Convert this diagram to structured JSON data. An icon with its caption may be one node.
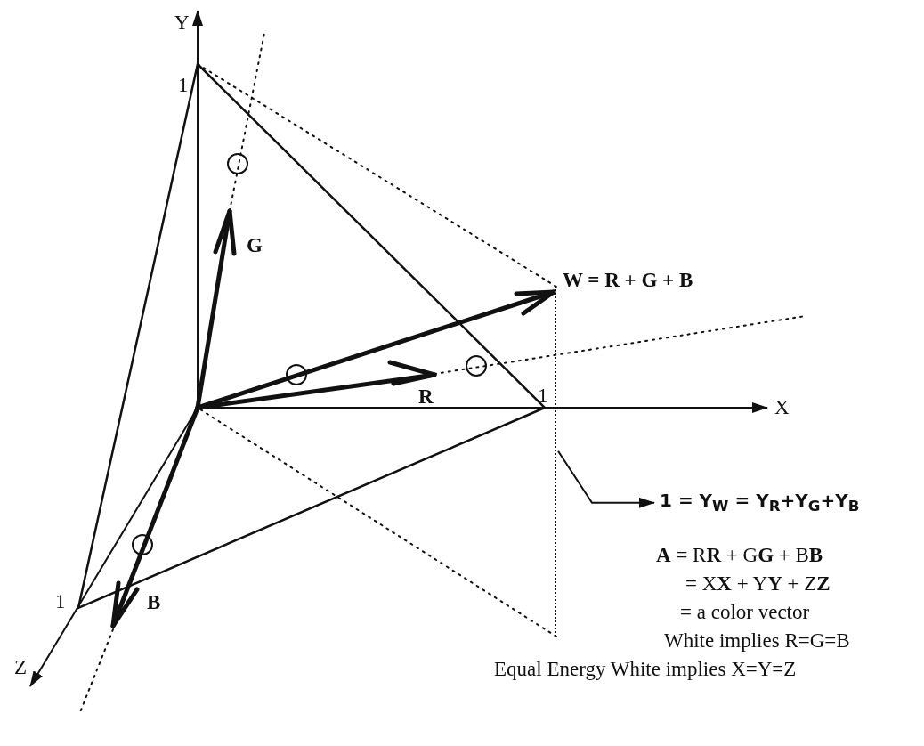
{
  "diagram": {
    "nodes": [
      {
        "text": [],
        "shape": "line"
      },
      {
        "text": [
          "1 = Y$_{W}$ = Y$_{R}$+Y$_{G}$+Y$_{B}$"
        ]
      }
    ],
    "edges": [
      {
        "from": 0,
        "to": 1,
        "arrow": "to"
      }
    ],
    "labels": [
      "Y",
      "1",
      "G",
      "W = R + G + B",
      "R",
      "X",
      "1",
      "1",
      "B",
      "Z",
      "**A** = R**R** + G**G** + B**B**",
      "= X**X** + Y**Y** + Z**Z**",
      "= a color vector",
      "White implies R=G=B",
      "Equal Energy White implies X=Y=Z"
    ]
  }
}
